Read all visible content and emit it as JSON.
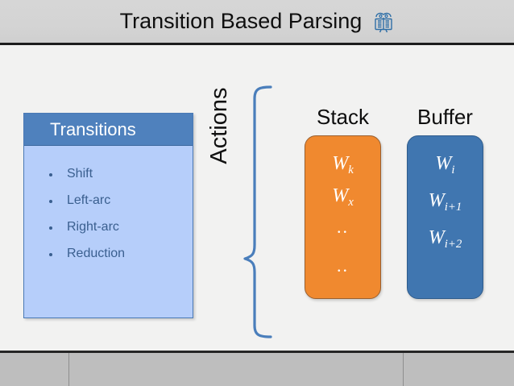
{
  "slide": {
    "title": "Transition Based Parsing",
    "title_icon": "owl-book-icon",
    "background_color": "#f2f2f1",
    "header_color": "#d4d4d4",
    "footer_color": "#bebebe"
  },
  "transitions_panel": {
    "header_label": "Transitions",
    "header_color": "#4f81bd",
    "body_color": "#b6cefa",
    "items": [
      {
        "label": "Shift"
      },
      {
        "label": "Left-arc"
      },
      {
        "label": "Right-arc"
      },
      {
        "label": "Reduction"
      }
    ]
  },
  "actions": {
    "label": "Actions",
    "brace_color": "#4a7ebb",
    "brace_icon": "left-curly-brace-icon"
  },
  "stack": {
    "label": "Stack",
    "color": "#f0892f",
    "items": [
      {
        "base": "W",
        "sub": "k"
      },
      {
        "base": "W",
        "sub": "x"
      },
      {
        "base": "..",
        "sub": ""
      },
      {
        "base": "..",
        "sub": ""
      }
    ]
  },
  "buffer": {
    "label": "Buffer",
    "color": "#4076b0",
    "items": [
      {
        "base": "W",
        "sub": "i"
      },
      {
        "base": "W",
        "sub": "i+1"
      },
      {
        "base": "W",
        "sub": "i+2"
      }
    ]
  }
}
